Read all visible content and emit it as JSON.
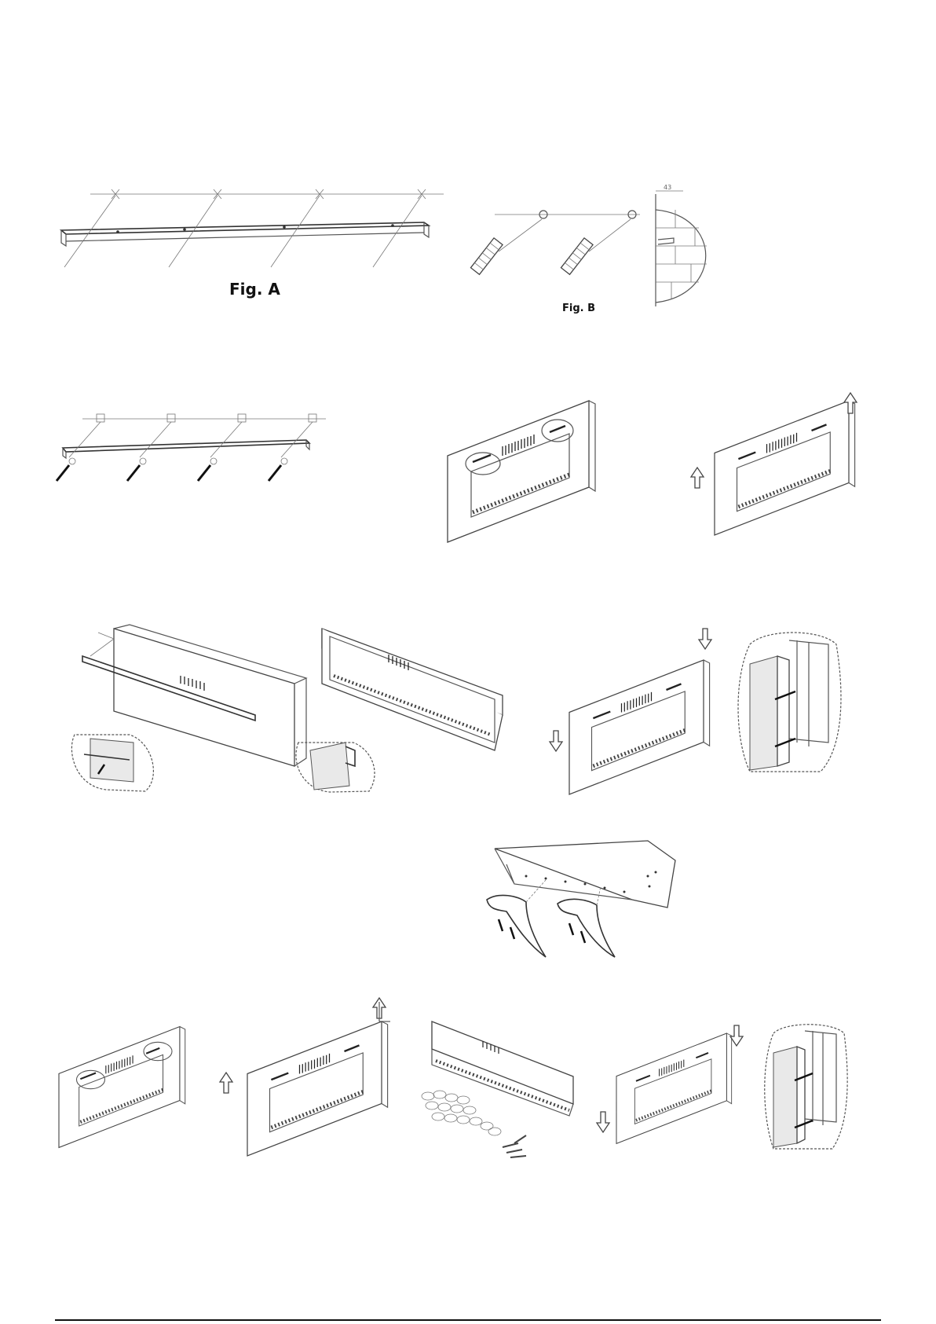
{
  "captions": {
    "fig_a": "Fig. A",
    "fig_b": "Fig. B",
    "dimension": "43"
  },
  "figures": [
    {
      "name": "wall-bracket-marking"
    },
    {
      "name": "wall-plug-drilling"
    },
    {
      "name": "bracket-screwed-to-wall"
    },
    {
      "name": "fireplace-hang-on-bracket"
    },
    {
      "name": "fireplace-lift-up"
    },
    {
      "name": "recessed-frame-bracket"
    },
    {
      "name": "inset-frame-side-fix"
    },
    {
      "name": "fireplace-slide-down"
    },
    {
      "name": "frame-side-detail"
    },
    {
      "name": "feet-attachment"
    },
    {
      "name": "glass-remove-clips"
    },
    {
      "name": "glass-lift-off"
    },
    {
      "name": "log-pebble-bed"
    },
    {
      "name": "glass-refit-down"
    },
    {
      "name": "glass-side-detail"
    }
  ]
}
